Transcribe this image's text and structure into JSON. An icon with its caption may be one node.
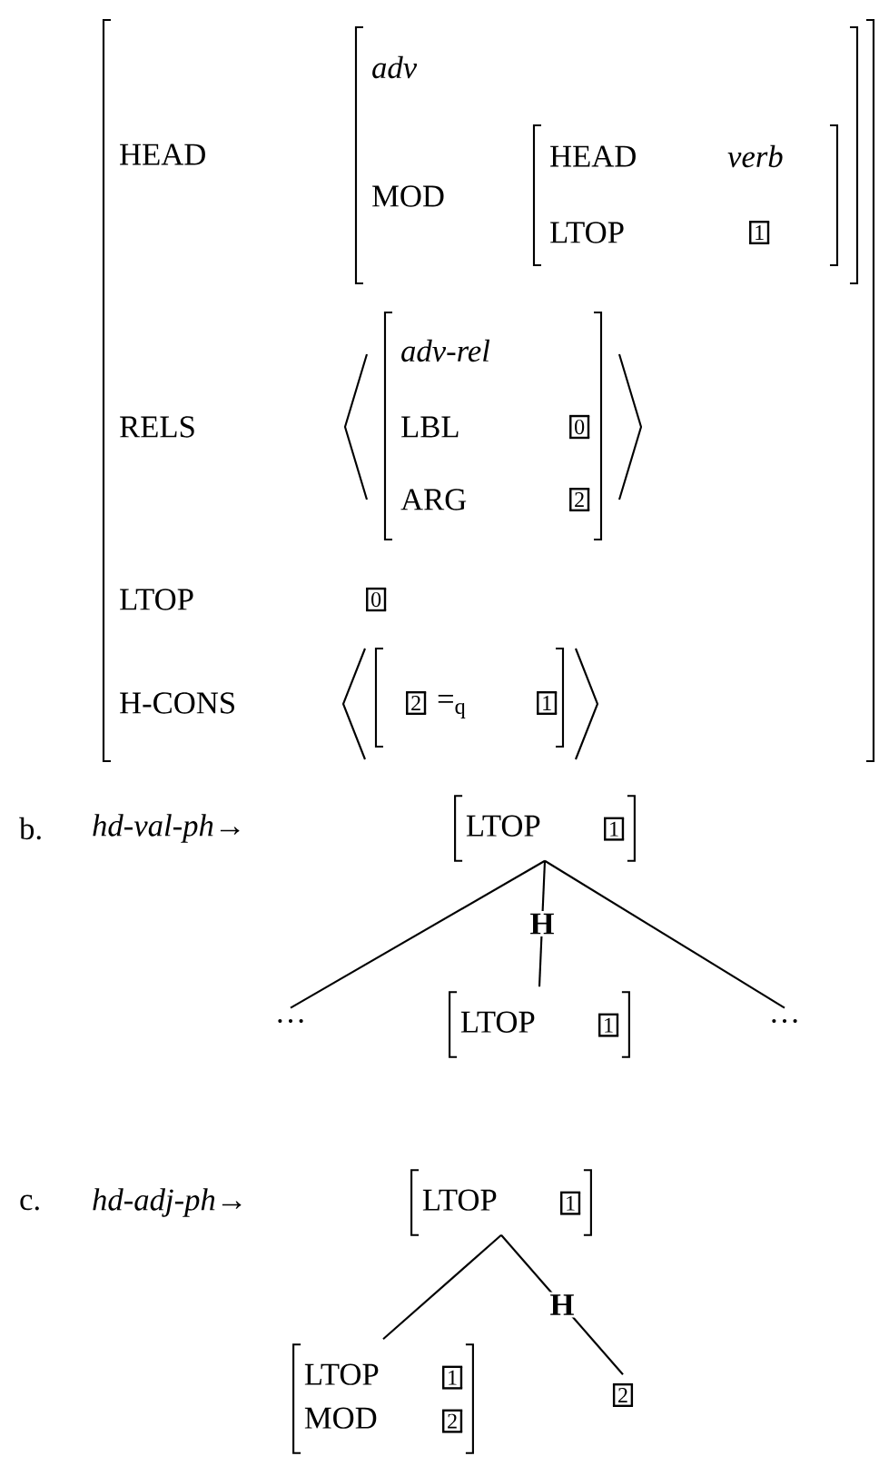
{
  "diagram": {
    "nodes": [
      {
        "text": [
          "LTOP",
          "1"
        ]
      },
      {
        "text": [
          "…"
        ]
      },
      {
        "text": [
          "LTOP",
          "1"
        ]
      },
      {
        "text": [
          "…"
        ]
      },
      {
        "text": [
          "LTOP",
          "1"
        ]
      },
      {
        "text": [
          "LTOP",
          "1",
          "MOD",
          "2"
        ]
      },
      {
        "text": [
          "2"
        ]
      }
    ],
    "edges": [
      {
        "from": 0,
        "to": 1,
        "arrow": "none"
      },
      {
        "from": 0,
        "to": 2,
        "arrow": "none",
        "label": "H"
      },
      {
        "from": 0,
        "to": 3,
        "arrow": "none"
      },
      {
        "from": 4,
        "to": 5,
        "arrow": "none"
      },
      {
        "from": 4,
        "to": 6,
        "arrow": "none",
        "label": "H"
      }
    ],
    "labels": [
      "HEAD",
      "adv",
      "MOD",
      "HEAD",
      "verb",
      "LTOP",
      "1",
      "RELS",
      "adv-rel",
      "LBL",
      "0",
      "ARG",
      "2",
      "LTOP",
      "0",
      "H-CONS",
      "2",
      "=$_{q}$",
      "1",
      "b.",
      "*hd-val-ph*→",
      "c.",
      "*hd-adj-ph*→"
    ]
  }
}
